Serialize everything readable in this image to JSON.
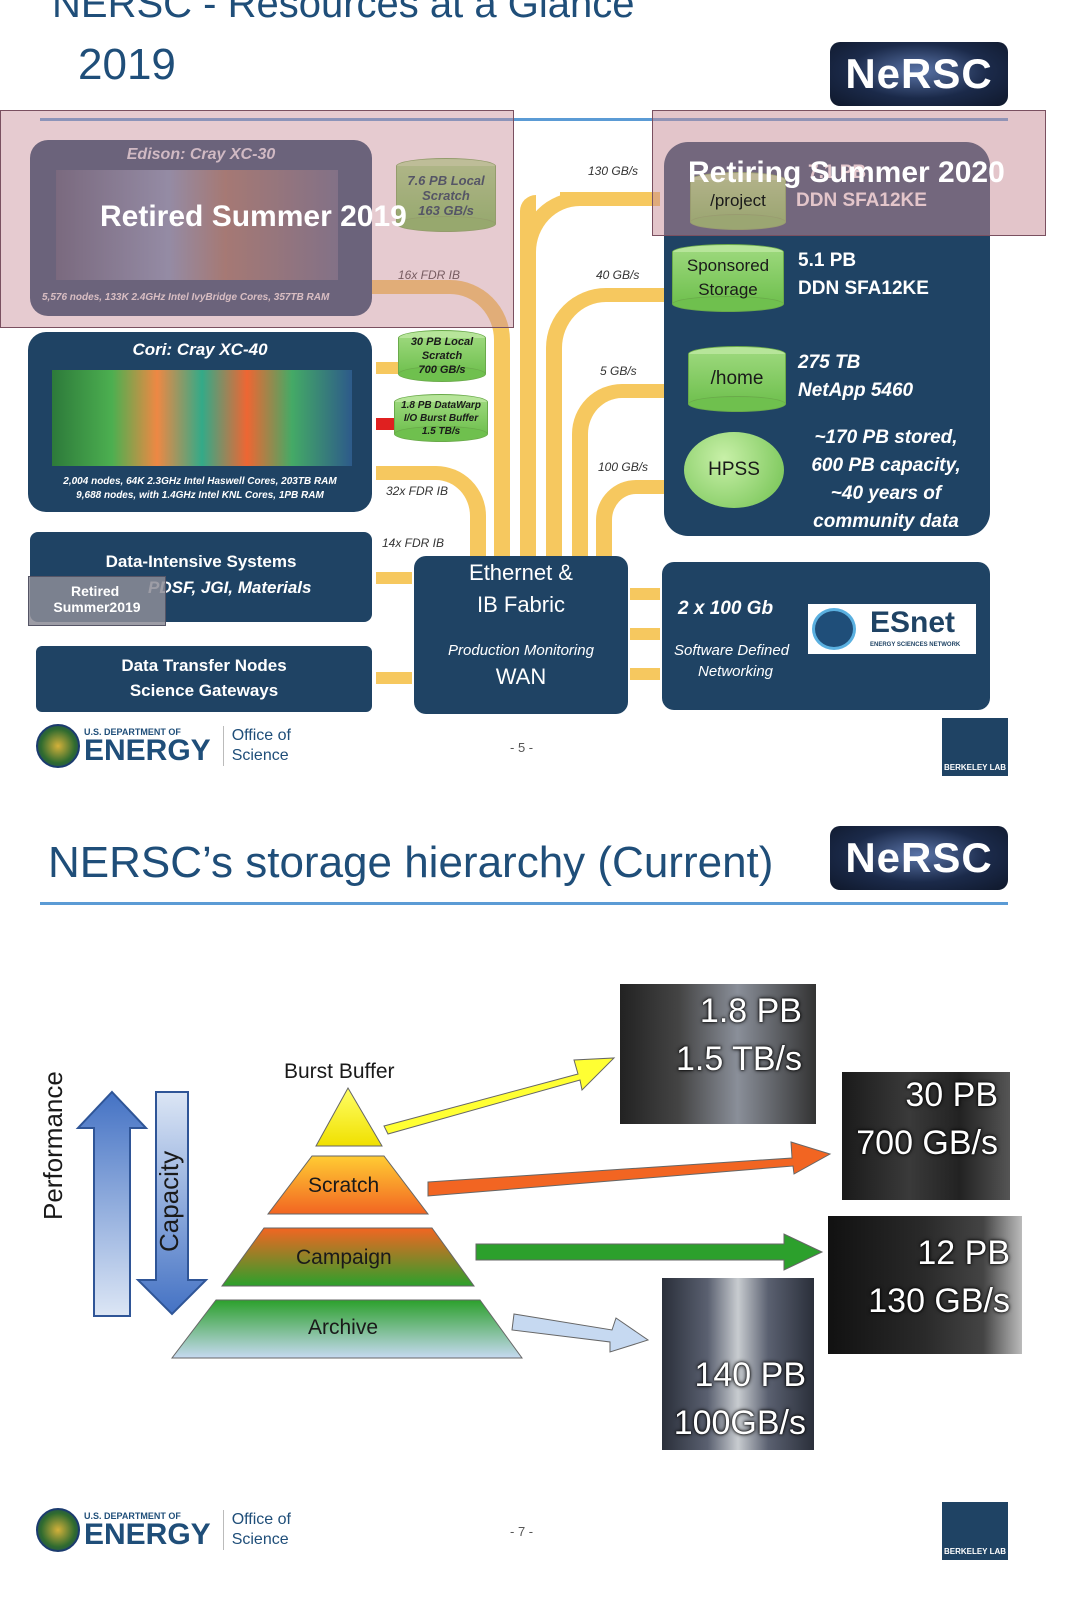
{
  "slide1": {
    "title_line1": "NERSC - Resources at a Glance",
    "title_line2": "2019",
    "logo": "NeRSC",
    "edison": {
      "title": "Edison: Cray XC-30",
      "nodes": "5,576 nodes, 133K  2.4GHz Intel IvyBridge Cores, 357TB RAM",
      "retired_overlay": "Retired Summer 2019",
      "scratch": [
        "7.6 PB Local",
        "Scratch",
        "163 GB/s"
      ],
      "link": "16x FDR IB"
    },
    "cori": {
      "title": "Cori: Cray XC-40",
      "nodes_line1": "2,004 nodes, 64K 2.3GHz Intel Haswell Cores, 203TB RAM",
      "nodes_line2": "9,688 nodes, with 1.4GHz  Intel KNL Cores, 1PB RAM",
      "scratch": [
        "30 PB Local",
        "Scratch",
        "700 GB/s"
      ],
      "burst": [
        "1.8 PB DataWarp",
        "I/O Burst Buffer",
        "1.5 TB/s"
      ],
      "link": "32x FDR IB"
    },
    "dis": {
      "title": "Data-Intensive Systems",
      "subtitle": "PDSF, JGI, Materials",
      "retired_line1": "Retired",
      "retired_line2": "Summer2019",
      "link": "14x FDR IB"
    },
    "dtn": {
      "line1": "Data Transfer Nodes",
      "line2": "Science Gateways"
    },
    "fabric": {
      "line1": "Ethernet &",
      "line2": "IB Fabric",
      "line3": "Production Monitoring",
      "line4": "WAN"
    },
    "bandwidths": [
      "130 GB/s",
      "40 GB/s",
      "5 GB/s",
      "100 GB/s"
    ],
    "storage": {
      "retiring_overlay": "Retiring Summer 2020",
      "project_label": "/project",
      "project_size": "7.1 PB",
      "project_model": "DDN SFA12KE",
      "sponsored_line1": "Sponsored",
      "sponsored_line2": "Storage",
      "sponsored_size": "5.1 PB",
      "sponsored_model": "DDN SFA12KE",
      "home_label": "/home",
      "home_size": "275 TB",
      "home_model": "NetApp 5460",
      "hpss_label": "HPSS",
      "hpss_desc": [
        "~170 PB stored,",
        "600 PB capacity,",
        "~40 years of",
        "community data"
      ]
    },
    "esnet": {
      "speed": "2 x 100 Gb",
      "line1": "Software Defined",
      "line2": "Networking",
      "logo": "ESnet",
      "logo_sub": "ENERGY SCIENCES NETWORK"
    },
    "footer": {
      "doe_small": "U.S. DEPARTMENT OF",
      "doe_big": "ENERGY",
      "office1": "Office of",
      "office2": "Science",
      "page": "- 5 -",
      "lab": "BERKELEY LAB"
    }
  },
  "slide2": {
    "title": "NERSC’s storage hierarchy (Current)",
    "logo": "NeRSC",
    "axis_performance": "Performance",
    "axis_capacity": "Capacity",
    "tiers": [
      "Burst Buffer",
      "Scratch",
      "Campaign",
      "Archive"
    ],
    "photos": [
      {
        "line1": "1.8 PB",
        "line2": "1.5 TB/s"
      },
      {
        "line1": "30 PB",
        "line2": "700 GB/s"
      },
      {
        "line1": "12 PB",
        "line2": "130 GB/s"
      },
      {
        "line1": "140 PB",
        "line2": "100GB/s"
      }
    ],
    "colors": {
      "burst": "#ffff33",
      "scratch": "#f26522",
      "campaign": "#2ca02c",
      "archive": "#c6d9f1"
    },
    "footer": {
      "doe_small": "U.S. DEPARTMENT OF",
      "doe_big": "ENERGY",
      "office1": "Office of",
      "office2": "Science",
      "page": "- 7 -",
      "lab": "BERKELEY LAB"
    }
  }
}
